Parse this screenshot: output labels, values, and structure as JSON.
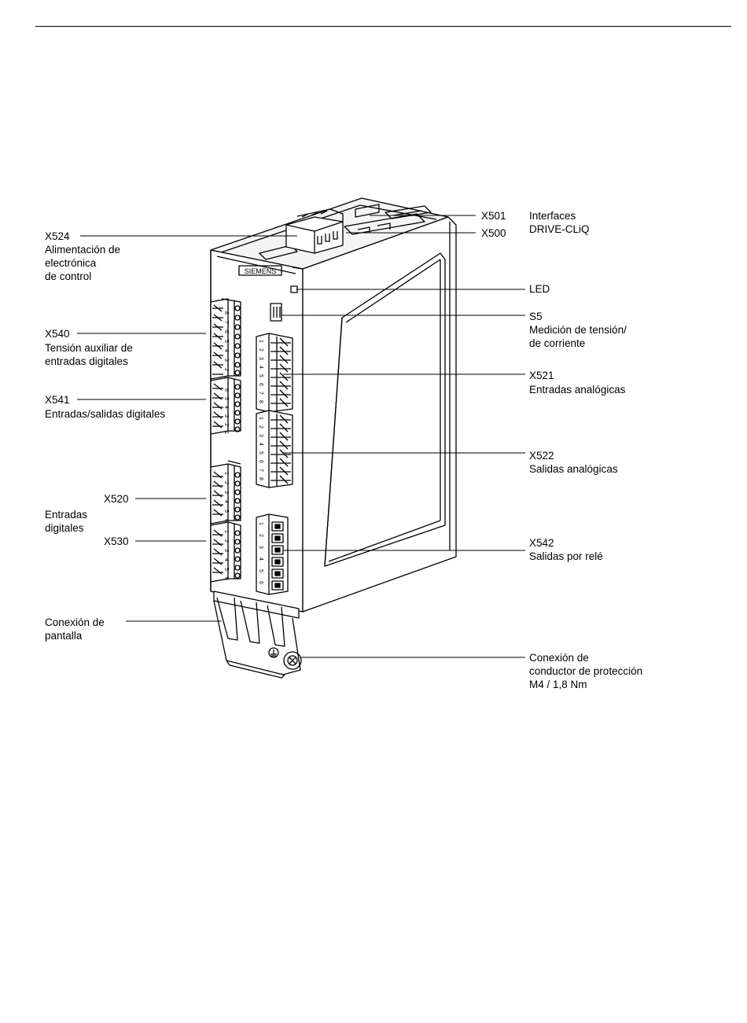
{
  "figure": {
    "brand": "SIEMENS",
    "labels": {
      "x524": "X524",
      "x524_desc": "Alimentación de\nelectrónica\nde control",
      "x540": "X540",
      "x540_desc": "Tensión auxiliar de\nentradas digitales",
      "x541": "X541",
      "x541_desc": "Entradas/salidas digitales",
      "x520": "X520",
      "x520_desc": "Entradas\ndigitales",
      "x530": "X530",
      "shield": "Conexión de\npantalla",
      "x501": "X501",
      "x500": "X500",
      "drivecliq": "Interfaces\nDRIVE-CLiQ",
      "led": "LED",
      "s5": "S5",
      "s5_desc": "Medición de tensión/\nde corriente",
      "x521": "X521",
      "x521_desc": "Entradas analógicas",
      "x522": "X522",
      "x522_desc": "Salidas analógicas",
      "x542": "X542",
      "x542_desc": "Salidas por relé",
      "pe": "Conexión de\nconductor de protección\nM4 / 1,8 Nm"
    }
  }
}
